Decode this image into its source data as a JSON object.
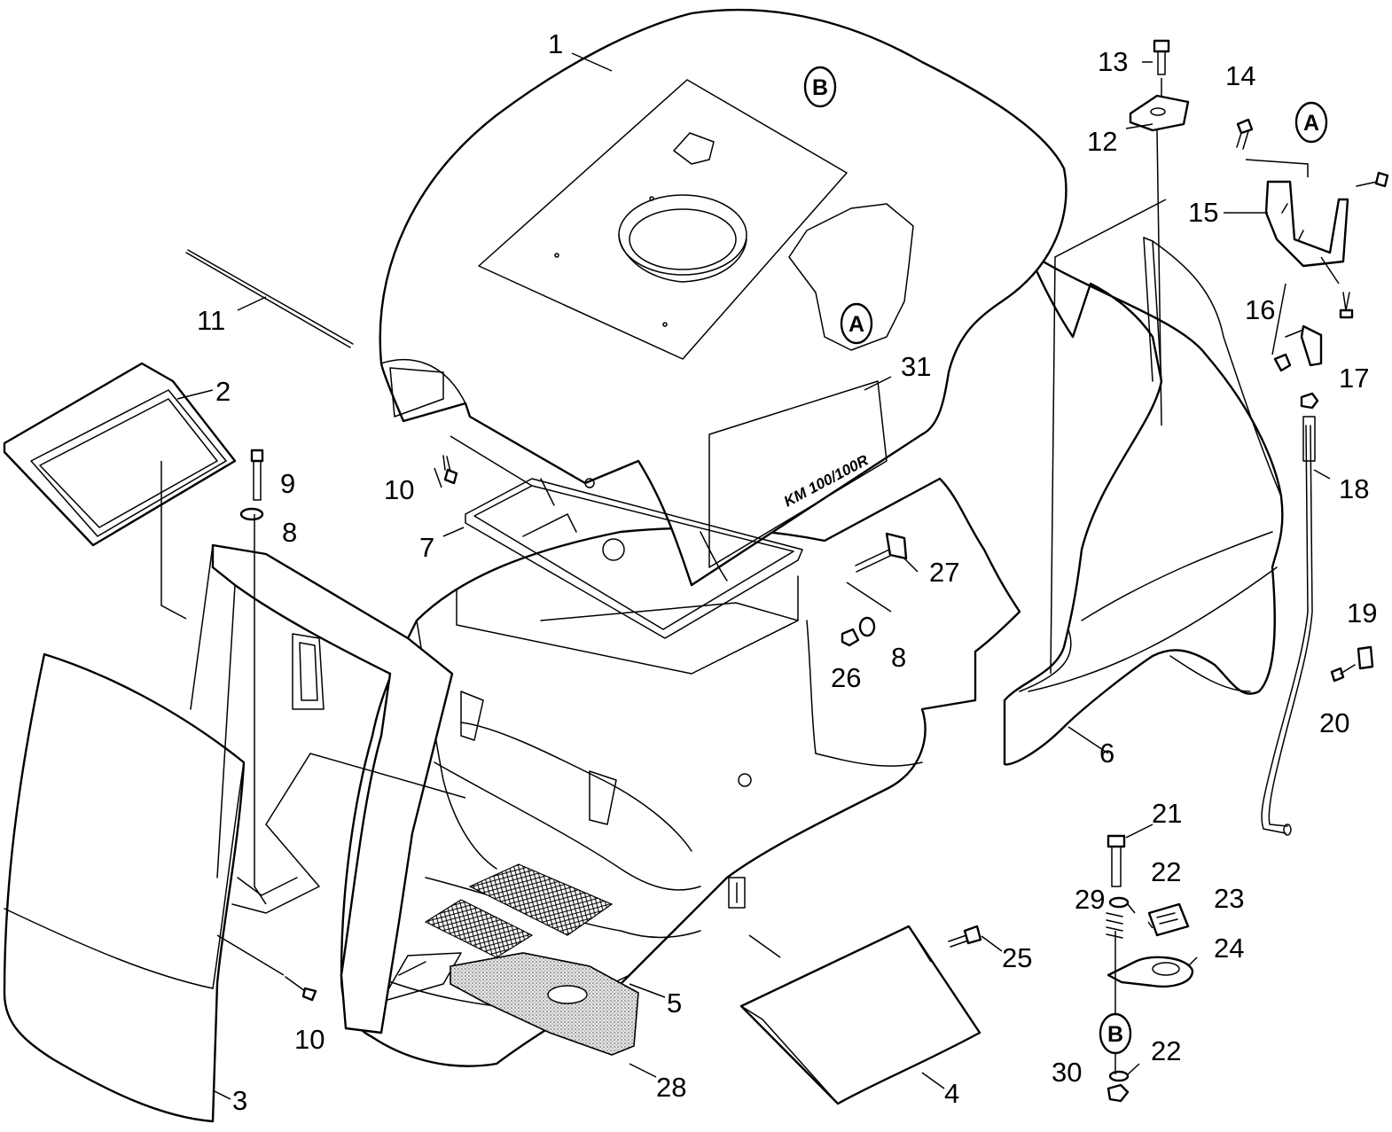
{
  "part_labels": {
    "p1": "1",
    "p2": "2",
    "p3": "3",
    "p4": "4",
    "p5": "5",
    "p6": "6",
    "p7": "7",
    "p8a": "8",
    "p8b": "8",
    "p9": "9",
    "p10a": "10",
    "p10b": "10",
    "p11": "11",
    "p12": "12",
    "p13": "13",
    "p14": "14",
    "p15": "15",
    "p16": "16",
    "p17": "17",
    "p18": "18",
    "p19": "19",
    "p20": "20",
    "p21": "21",
    "p22a": "22",
    "p22b": "22",
    "p23": "23",
    "p24": "24",
    "p25": "25",
    "p26": "26",
    "p27": "27",
    "p28": "28",
    "p29": "29",
    "p30": "30",
    "p31": "31"
  },
  "callouts": {
    "a_top": "A",
    "a_right": "A",
    "b_top": "B",
    "b_bottom": "B"
  },
  "model_marking": "KM 100/100R"
}
